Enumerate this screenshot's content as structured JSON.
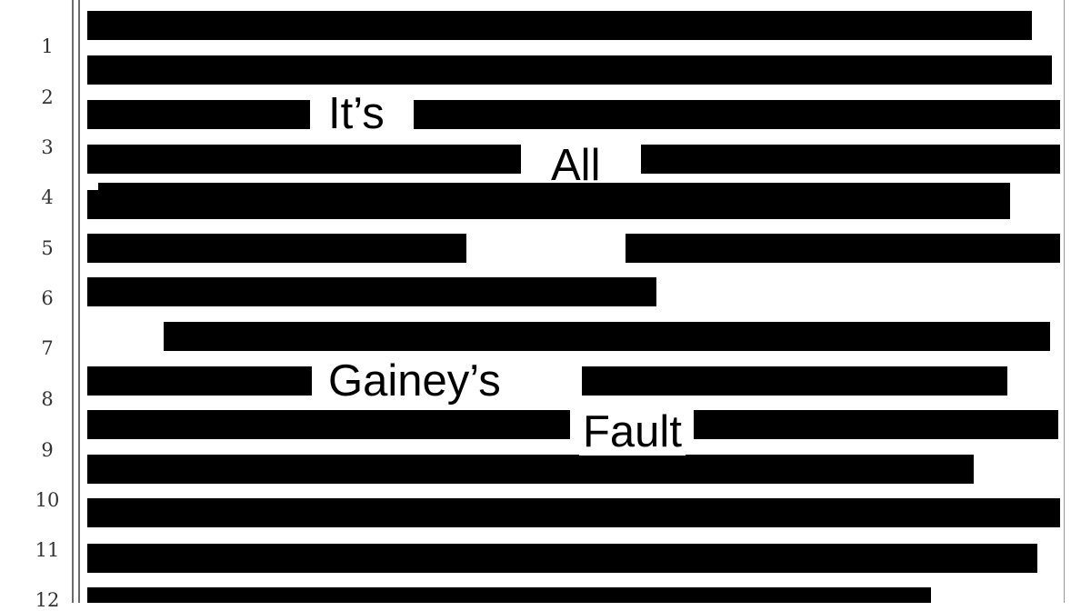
{
  "document": {
    "line_numbers": [
      "1",
      "2",
      "3",
      "4",
      "5",
      "6",
      "7",
      "8",
      "9",
      "10",
      "11",
      "12"
    ],
    "revealed_words": {
      "its": "It’s",
      "all": "All",
      "gaineys": "Gainey’s",
      "fault": "Fault"
    },
    "colors": {
      "redaction": "#000000",
      "paper": "#ffffff",
      "rule": "#6b6b6b"
    }
  }
}
